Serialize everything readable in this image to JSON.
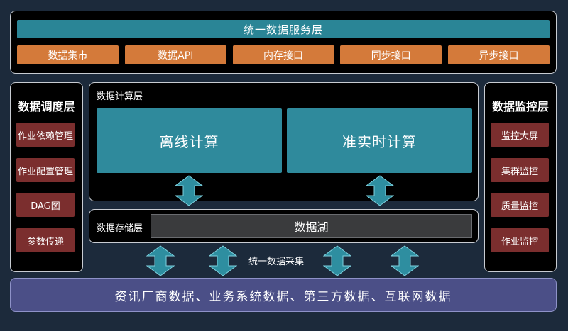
{
  "service_layer": {
    "title": "统一数据服务层",
    "interfaces": [
      "数据集市",
      "数据API",
      "内存接口",
      "同步接口",
      "异步接口"
    ]
  },
  "scheduling_layer": {
    "title": "数据调度层",
    "items": [
      "作业依赖管理",
      "作业配置管理",
      "DAG图",
      "参数传递"
    ]
  },
  "compute_layer": {
    "title": "数据计算层",
    "offline": "离线计算",
    "realtime": "准实时计算"
  },
  "storage_layer": {
    "title": "数据存储层",
    "lake": "数据湖"
  },
  "monitoring_layer": {
    "title": "数据监控层",
    "items": [
      "监控大屏",
      "集群监控",
      "质量监控",
      "作业监控"
    ]
  },
  "collection": {
    "label": "统一数据采集"
  },
  "sources": {
    "label": "资讯厂商数据、业务系统数据、第三方数据、互联网数据"
  },
  "colors": {
    "teal": "#2a8596",
    "orange": "#d47a3a",
    "maroon": "#7b2e2e",
    "purple": "#4b4f87",
    "arrow": "#2e8ea0"
  }
}
